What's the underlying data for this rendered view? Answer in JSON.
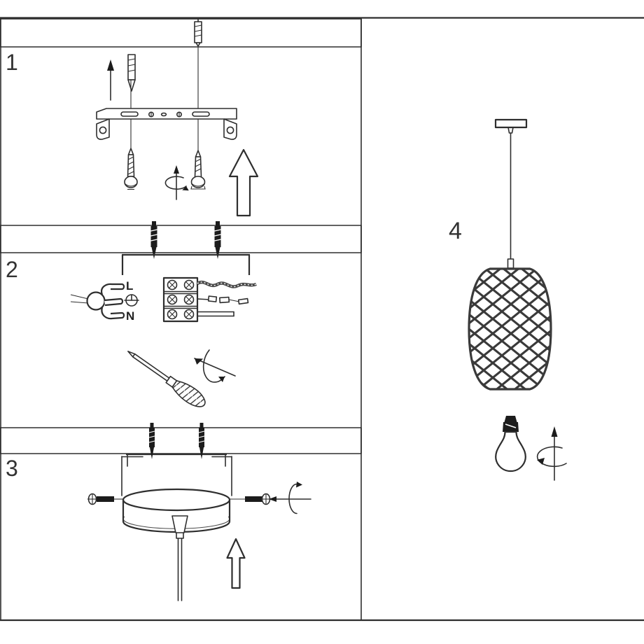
{
  "document_kind": "pendant lamp installation instruction sheet",
  "colors": {
    "background": "#ffffff",
    "line": "#2e2e2e",
    "dark_fill": "#1c1c1c"
  },
  "steps": [
    {
      "number": "1"
    },
    {
      "number": "2"
    },
    {
      "number": "3"
    },
    {
      "number": "4"
    }
  ],
  "wiring": {
    "live": "L",
    "neutral": "N",
    "earth_symbol": "circle-with-cross-earth-mark"
  },
  "icons": {
    "ceiling": "diagonal-hatch-band",
    "wall_plug": "ribbed-anchor",
    "screw": "threaded-screw-dome-head",
    "mounting_bracket": "flat-bar-with-end-holes",
    "rotate_arrow": "elliptical-arrow-around-axis",
    "lift_arrow": "outline-block-arrow-up",
    "terminal_block": "3x2-screw-connector",
    "mains_cable": "three-wire-cable-end",
    "screwdriver": "flat-screwdriver",
    "canopy": "cylindrical-ceiling-cup",
    "ceiling_plate": "flat-mount-plate",
    "pendant_cord": "suspension-cord",
    "lattice_shade": "diamond-weave-barrel-shade",
    "light_bulb": "incandescent-bulb"
  }
}
